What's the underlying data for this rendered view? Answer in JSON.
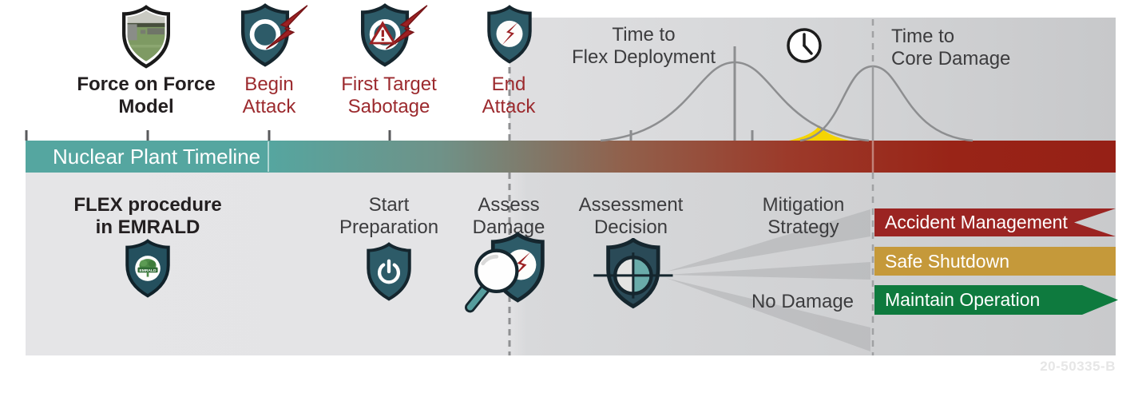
{
  "top_events": [
    {
      "label": "Force on Force\nModel",
      "icon": "shield-photo-icon"
    },
    {
      "label": "Begin\nAttack",
      "icon": "shield-lightning-icon"
    },
    {
      "label": "First Target\nSabotage",
      "icon": "shield-warning-lightning-icon"
    },
    {
      "label": "End\nAttack",
      "icon": "shield-bolt-circle-icon"
    }
  ],
  "distributions": {
    "flex": {
      "label": "Time to\nFlex Deployment"
    },
    "core": {
      "label": "Time to\nCore Damage"
    },
    "overlap_highlight_color": "#f5d402",
    "clock_icon": "clock-icon"
  },
  "timeline": {
    "label": "Nuclear Plant Timeline"
  },
  "flex_row": {
    "model_label": "FLEX procedure\nin EMRALD",
    "model_icon": "shield-emrald-logo-icon",
    "steps": [
      {
        "label": "Start\nPreparation",
        "icon": "shield-power-icon"
      },
      {
        "label": "Assess\nDamage",
        "icon": "shield-magnifier-icon"
      },
      {
        "label": "Assessment\nDecision",
        "icon": "shield-target-icon"
      }
    ],
    "branches": {
      "mitigation": "Mitigation\nStrategy",
      "no_damage": "No Damage"
    }
  },
  "outcomes": [
    {
      "label": "Accident Management",
      "color": "#9b2422"
    },
    {
      "label": "Safe Shutdown",
      "color": "#c5993a"
    },
    {
      "label": "Maintain Operation",
      "color": "#0e7a3e"
    }
  ],
  "watermark": "20-50335-B",
  "colors": {
    "timeline_teal": "#55a6a0",
    "timeline_dark_red": "#962016",
    "shield_fill": "#2d5b68",
    "accent_red": "#9c2a2e",
    "panel_gray": "#d6d7d9",
    "curve_gray": "#8d8e90",
    "overlap_yellow": "#f5d402"
  }
}
